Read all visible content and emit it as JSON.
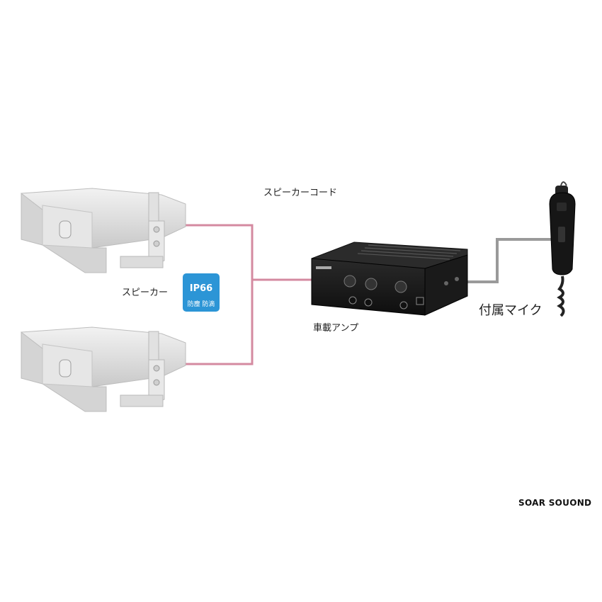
{
  "labels": {
    "speaker_cord": "スピーカーコード",
    "speaker": "スピーカー",
    "amp": "車載アンプ",
    "mic": "付属マイク"
  },
  "badge": {
    "rating": "IP66",
    "sub": "防塵 防滴"
  },
  "brand": "SOAR SOUOND",
  "colors": {
    "speaker_cord": "#d48aa0",
    "mic_cord": "#9a9a9a",
    "badge": "#2c95d6"
  }
}
